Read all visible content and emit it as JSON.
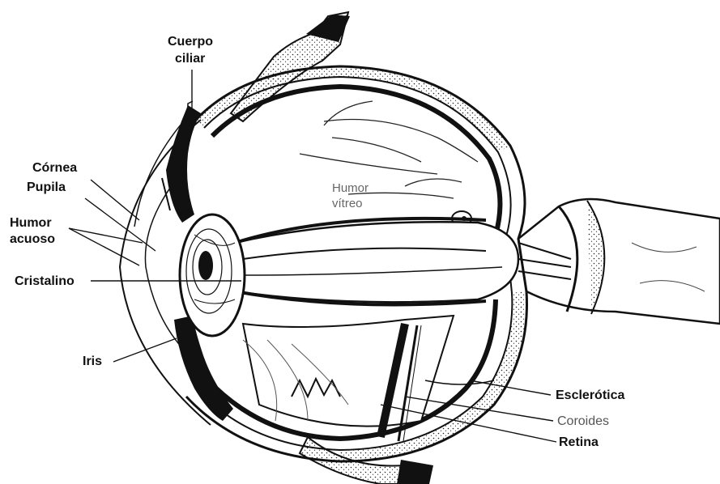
{
  "labels": {
    "cuerpo_ciliar_1": "Cuerpo",
    "cuerpo_ciliar_2": "ciliar",
    "cornea": "Córnea",
    "pupila": "Pupila",
    "humor_acuoso_1": "Humor",
    "humor_acuoso_2": "acuoso",
    "cristalino": "Cristalino",
    "iris": "Iris",
    "humor_vitreo_1": "Humor",
    "humor_vitreo_2": "vítreo",
    "esclerotica": "Esclerótica",
    "coroides": "Coroides",
    "retina": "Retina"
  },
  "colors": {
    "ink": "#111111",
    "label_light": "#555555",
    "background": "#ffffff"
  }
}
